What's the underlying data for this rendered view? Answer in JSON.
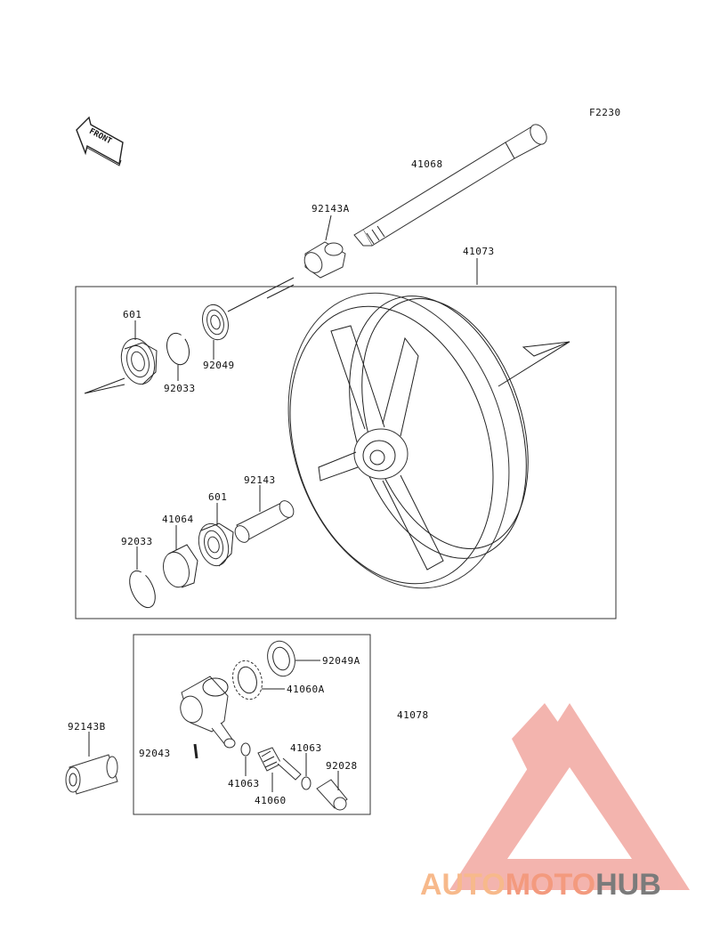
{
  "figure_code": "F2230",
  "front_arrow_text": "FRONT",
  "watermark": {
    "part1": "AUTO",
    "part2": "MOTO",
    "part3": "HUB",
    "color1": "#f7b98b",
    "color2": "#f39a7e",
    "color3": "#7b7b7b",
    "triangle_color": "#f2a7a0"
  },
  "parts": {
    "p41068": "41068",
    "p92143A": "92143A",
    "p41073": "41073",
    "p601_top": "601",
    "p92049": "92049",
    "p92033_top": "92033",
    "p92143": "92143",
    "p601_bottom": "601",
    "p41064": "41064",
    "p92033_bottom": "92033",
    "p92049A": "92049A",
    "p41060A": "41060A",
    "p41078": "41078",
    "p92143B": "92143B",
    "p92043": "92043",
    "p41063_right": "41063",
    "p92028": "92028",
    "p41063_left": "41063",
    "p41060": "41060"
  }
}
